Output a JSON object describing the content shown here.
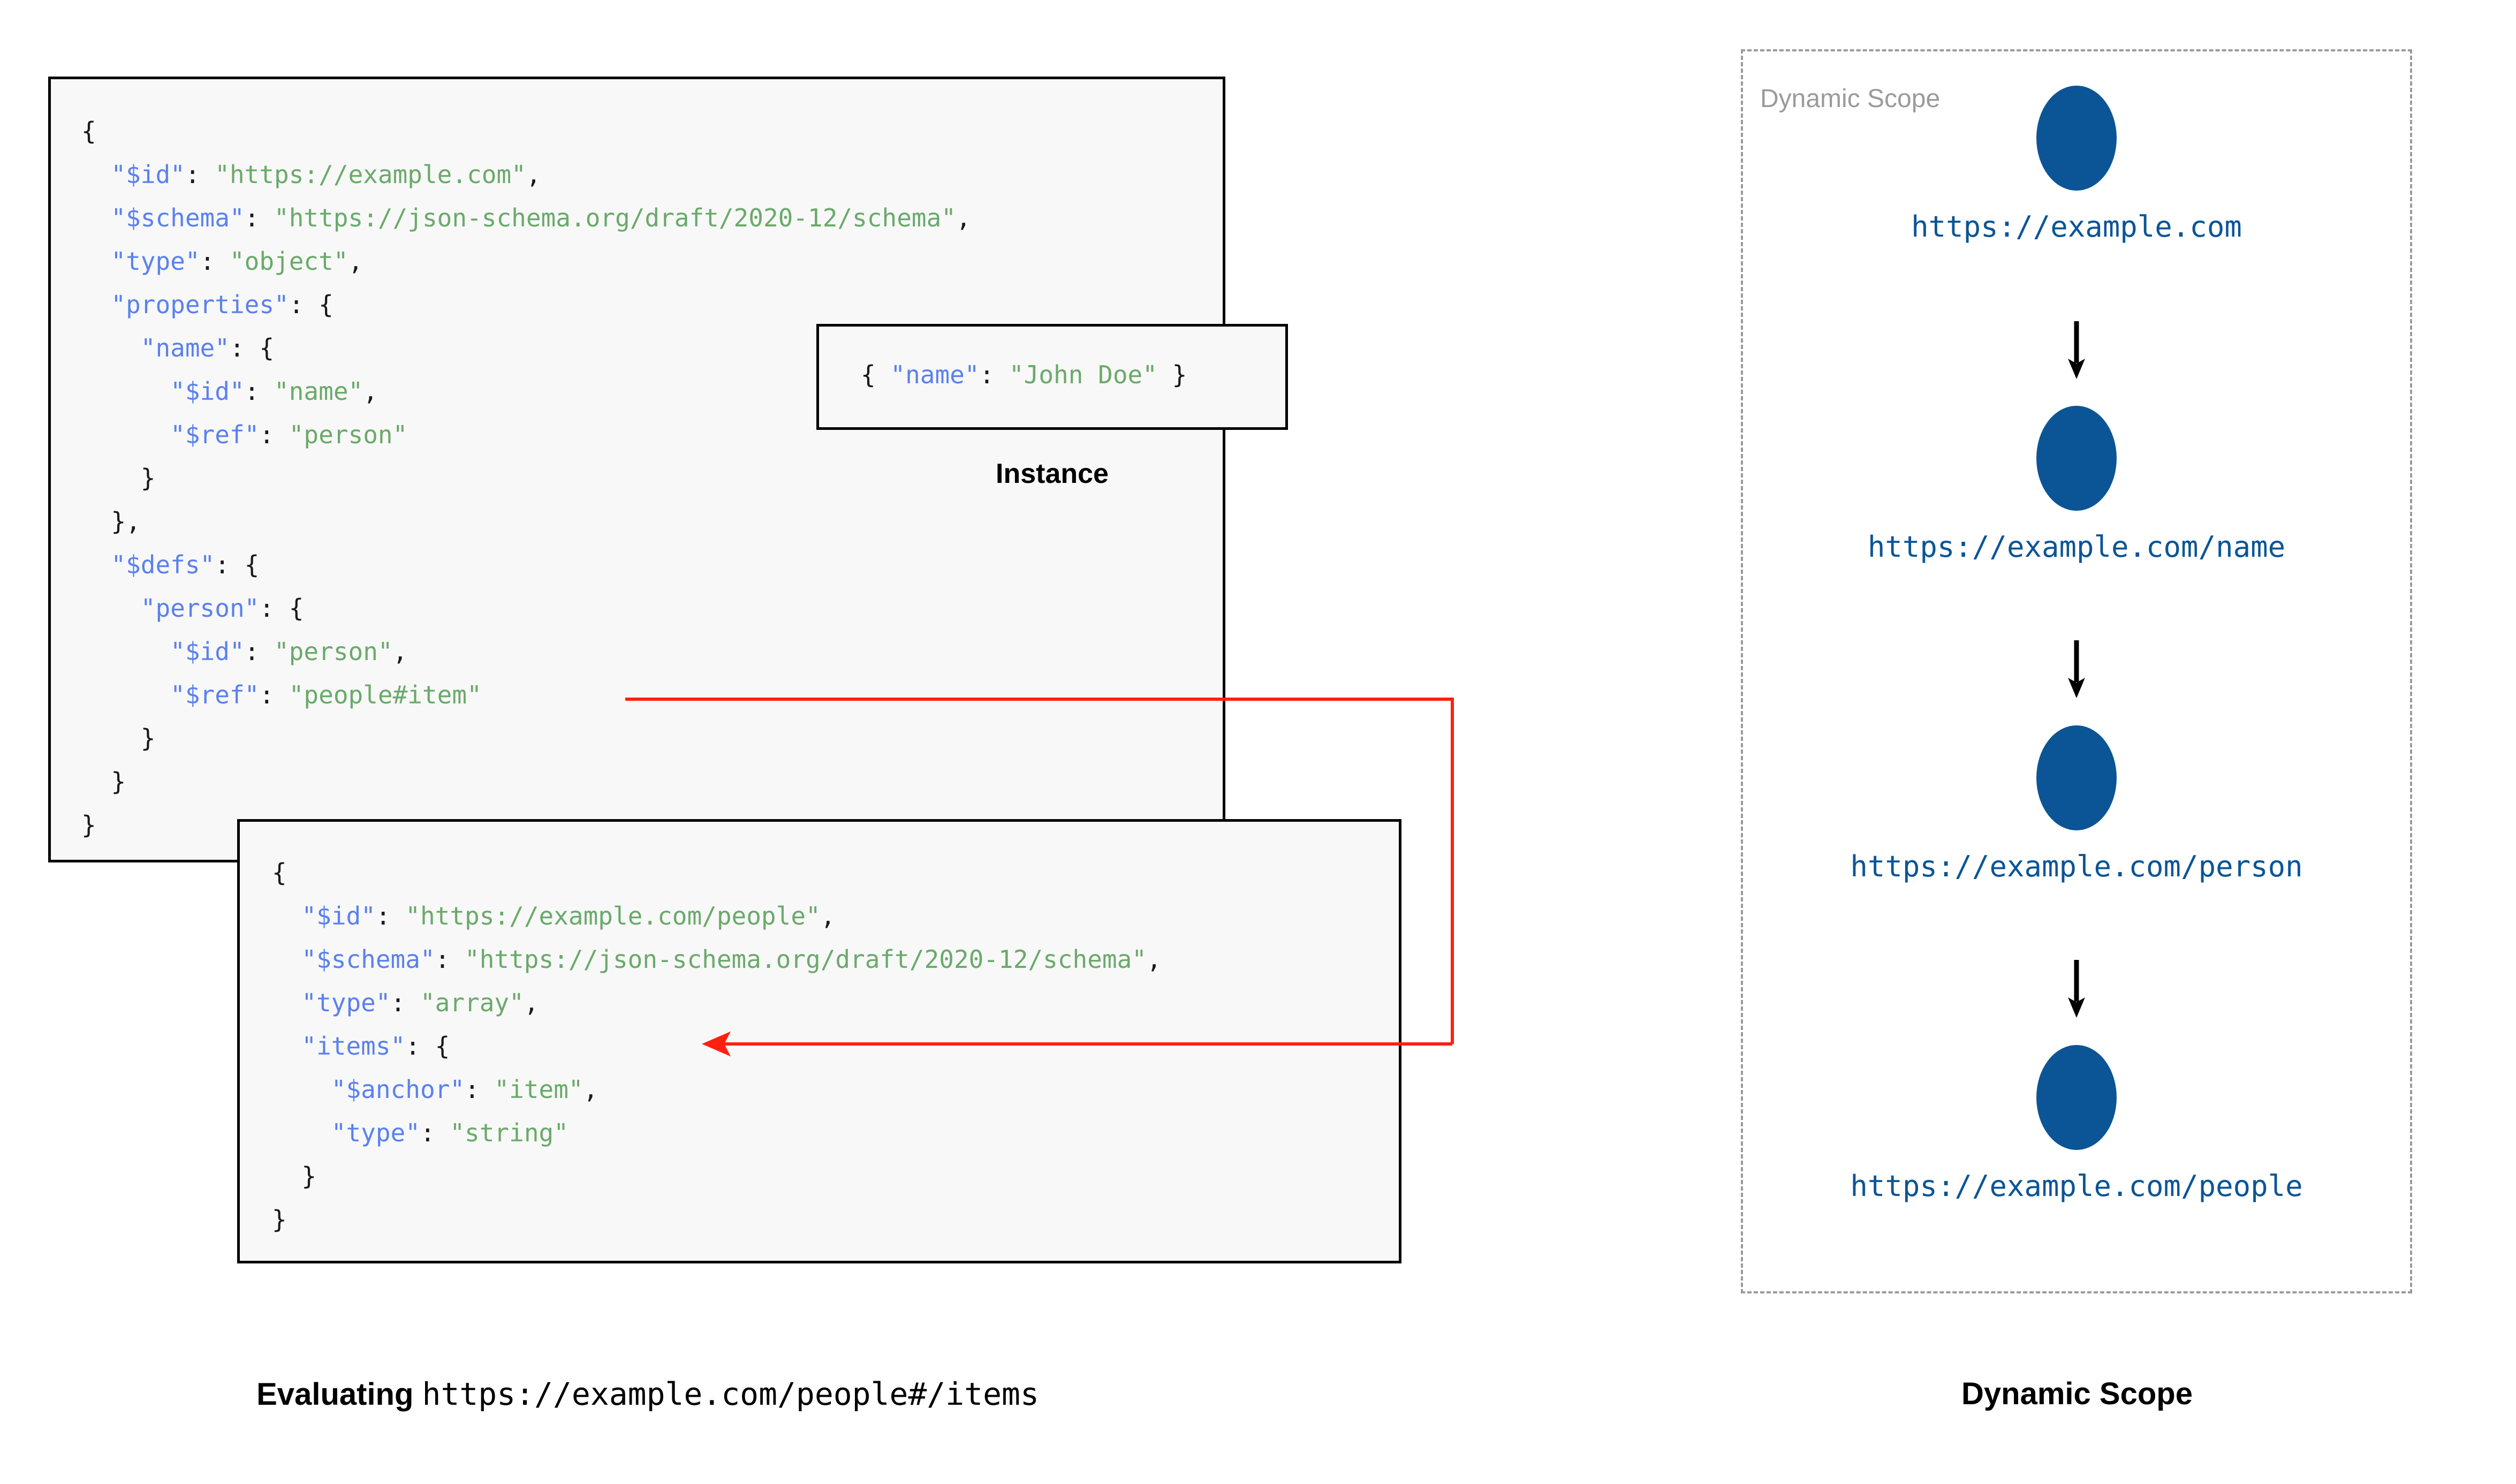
{
  "left_panel": {
    "schema_box": {
      "name": "root-schema",
      "lines": [
        [
          {
            "t": "{",
            "c": "p"
          }
        ],
        [
          {
            "t": "  ",
            "c": "p"
          },
          {
            "t": "\"$id\"",
            "c": "k"
          },
          {
            "t": ": ",
            "c": "p"
          },
          {
            "t": "\"https://example.com\"",
            "c": "s"
          },
          {
            "t": ",",
            "c": "p"
          }
        ],
        [
          {
            "t": "  ",
            "c": "p"
          },
          {
            "t": "\"$schema\"",
            "c": "k"
          },
          {
            "t": ": ",
            "c": "p"
          },
          {
            "t": "\"https://json-schema.org/draft/2020-12/schema\"",
            "c": "s"
          },
          {
            "t": ",",
            "c": "p"
          }
        ],
        [
          {
            "t": "  ",
            "c": "p"
          },
          {
            "t": "\"type\"",
            "c": "k"
          },
          {
            "t": ": ",
            "c": "p"
          },
          {
            "t": "\"object\"",
            "c": "s"
          },
          {
            "t": ",",
            "c": "p"
          }
        ],
        [
          {
            "t": "  ",
            "c": "p"
          },
          {
            "t": "\"properties\"",
            "c": "k"
          },
          {
            "t": ": {",
            "c": "p"
          }
        ],
        [
          {
            "t": "    ",
            "c": "p"
          },
          {
            "t": "\"name\"",
            "c": "k"
          },
          {
            "t": ": {",
            "c": "p"
          }
        ],
        [
          {
            "t": "      ",
            "c": "p"
          },
          {
            "t": "\"$id\"",
            "c": "k"
          },
          {
            "t": ": ",
            "c": "p"
          },
          {
            "t": "\"name\"",
            "c": "s"
          },
          {
            "t": ",",
            "c": "p"
          }
        ],
        [
          {
            "t": "      ",
            "c": "p"
          },
          {
            "t": "\"$ref\"",
            "c": "k"
          },
          {
            "t": ": ",
            "c": "p"
          },
          {
            "t": "\"person\"",
            "c": "s"
          }
        ],
        [
          {
            "t": "    }",
            "c": "p"
          }
        ],
        [
          {
            "t": "  },",
            "c": "p"
          }
        ],
        [
          {
            "t": "  ",
            "c": "p"
          },
          {
            "t": "\"$defs\"",
            "c": "k"
          },
          {
            "t": ": {",
            "c": "p"
          }
        ],
        [
          {
            "t": "    ",
            "c": "p"
          },
          {
            "t": "\"person\"",
            "c": "k"
          },
          {
            "t": ": {",
            "c": "p"
          }
        ],
        [
          {
            "t": "      ",
            "c": "p"
          },
          {
            "t": "\"$id\"",
            "c": "k"
          },
          {
            "t": ": ",
            "c": "p"
          },
          {
            "t": "\"person\"",
            "c": "s"
          },
          {
            "t": ",",
            "c": "p"
          }
        ],
        [
          {
            "t": "      ",
            "c": "p"
          },
          {
            "t": "\"$ref\"",
            "c": "k"
          },
          {
            "t": ": ",
            "c": "p"
          },
          {
            "t": "\"people#item\"",
            "c": "s"
          }
        ],
        [
          {
            "t": "    }",
            "c": "p"
          }
        ],
        [
          {
            "t": "  }",
            "c": "p"
          }
        ],
        [
          {
            "t": "}",
            "c": "p"
          }
        ]
      ]
    },
    "instance_box": {
      "name": "instance",
      "lines": [
        [
          {
            "t": "{ ",
            "c": "p"
          },
          {
            "t": "\"name\"",
            "c": "k"
          },
          {
            "t": ": ",
            "c": "p"
          },
          {
            "t": "\"John Doe\"",
            "c": "s"
          },
          {
            "t": " }",
            "c": "p"
          }
        ]
      ],
      "label": "Instance"
    },
    "people_box": {
      "name": "people-schema",
      "lines": [
        [
          {
            "t": "{",
            "c": "p"
          }
        ],
        [
          {
            "t": "  ",
            "c": "p"
          },
          {
            "t": "\"$id\"",
            "c": "k"
          },
          {
            "t": ": ",
            "c": "p"
          },
          {
            "t": "\"https://example.com/people\"",
            "c": "s"
          },
          {
            "t": ",",
            "c": "p"
          }
        ],
        [
          {
            "t": "  ",
            "c": "p"
          },
          {
            "t": "\"$schema\"",
            "c": "k"
          },
          {
            "t": ": ",
            "c": "p"
          },
          {
            "t": "\"https://json-schema.org/draft/2020-12/schema\"",
            "c": "s"
          },
          {
            "t": ",",
            "c": "p"
          }
        ],
        [
          {
            "t": "  ",
            "c": "p"
          },
          {
            "t": "\"type\"",
            "c": "k"
          },
          {
            "t": ": ",
            "c": "p"
          },
          {
            "t": "\"array\"",
            "c": "s"
          },
          {
            "t": ",",
            "c": "p"
          }
        ],
        [
          {
            "t": "  ",
            "c": "p"
          },
          {
            "t": "\"items\"",
            "c": "k"
          },
          {
            "t": ": {",
            "c": "p"
          }
        ],
        [
          {
            "t": "    ",
            "c": "p"
          },
          {
            "t": "\"$anchor\"",
            "c": "k"
          },
          {
            "t": ": ",
            "c": "p"
          },
          {
            "t": "\"item\"",
            "c": "s"
          },
          {
            "t": ",",
            "c": "p"
          }
        ],
        [
          {
            "t": "    ",
            "c": "p"
          },
          {
            "t": "\"type\"",
            "c": "k"
          },
          {
            "t": ": ",
            "c": "p"
          },
          {
            "t": "\"string\"",
            "c": "s"
          }
        ],
        [
          {
            "t": "  }",
            "c": "p"
          }
        ],
        [
          {
            "t": "}",
            "c": "p"
          }
        ]
      ]
    },
    "caption_bold": "Evaluating",
    "caption_mono": "https://example.com/people#/items",
    "ref_arrow": {
      "name": "reference-resolution-arrow",
      "color": "#ff2010",
      "from": "\"$ref\": \"people#item\"",
      "to": "\"$anchor\": \"item\""
    }
  },
  "right_panel": {
    "panel_label": "Dynamic Scope",
    "caption": "Dynamic Scope",
    "node_color": "#0b5596",
    "border_color": "#9b9b9b",
    "nodes": [
      {
        "url": "https://example.com"
      },
      {
        "url": "https://example.com/name"
      },
      {
        "url": "https://example.com/person"
      },
      {
        "url": "https://example.com/people"
      }
    ],
    "arrows_between_nodes": 3
  },
  "colors": {
    "json_key": "#5a81ee",
    "json_string": "#6aaa6a",
    "json_punct": "#1a1a1a",
    "box_background": "#f8f8f8",
    "box_border": "#000000",
    "ref_arrow": "#ff2010",
    "scope_node": "#0b5596",
    "scope_border": "#9b9b9b",
    "scope_label": "#9b9b9b"
  }
}
